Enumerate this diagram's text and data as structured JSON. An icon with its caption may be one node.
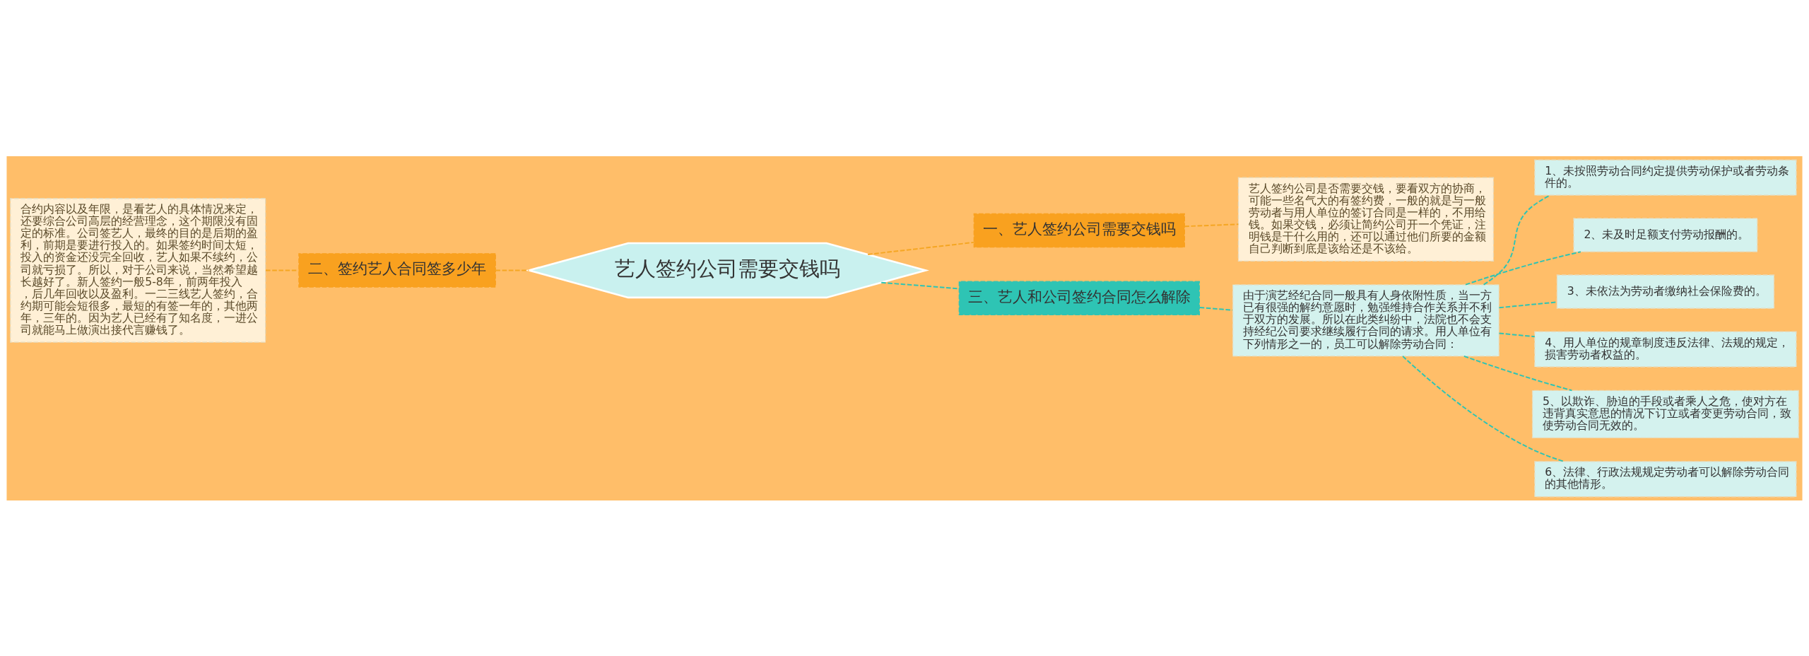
{
  "diagram": {
    "nodes": [
      {
        "text": [
          "艺人签约公司需要交钱吗"
        ]
      },
      {
        "text": [
          "一、艺人签约公司需要交钱吗"
        ]
      },
      {
        "text": [
          "艺人签约公司是否需要交钱，要看双方的协商，可能一些名气大的有签约费，一般的就是与一般劳动者与用人单位的签订合同是一样的，不用给钱。如果交钱，必须让简约公司开一个凭证，注明钱是干什么用的，还可以通过他们所要的金额自己判断到底是该给还是不该给。"
        ]
      },
      {
        "text": [
          "二、签约艺人合同签多少年"
        ]
      },
      {
        "text": [
          "合约内容以及年限，是看艺人的具体情况来定，还要综合公司高层的经营理念，这个期限没有固定的标准。公司签艺人，最终的目的是后期的盈利，前期是要进行投入的。如果签约时间太短，投入的资金还没完全回收，艺人如果不续约，公司就亏损了。所以，对于公司来说，当然希望越长越好了。新人签约一般5-8年，前两年投入，后几年回收以及盈利。一二三线艺人签约，合约期可能会短很多，最短的有签一年的，其他两年，三年的。因为艺人已经有了知名度，一进公司就能马上做演出接代言赚钱了。"
        ]
      },
      {
        "text": [
          "三、艺人和公司签约合同怎么解除"
        ]
      },
      {
        "text": [
          "由于演艺经纪合同一般具有人身依附性质，当一方已有很强的解约意愿时，勉强维持合作关系并不利于双方的发展。所以在此类纠纷中，法院也不会支持经纪公司要求继续履行合同的请求。用人单位有下列情形之一的，员工可以解除劳动合同："
        ]
      },
      {
        "text": [
          "1、未按照劳动合同约定提供劳动保护或者劳动条件的。"
        ]
      },
      {
        "text": [
          "2、未及时足额支付劳动报酬的。"
        ]
      },
      {
        "text": [
          "3、未依法为劳动者缴纳社会保险费的。"
        ]
      },
      {
        "text": [
          "4、用人单位的规章制度违反法律、法规的规定，损害劳动者权益的。"
        ]
      },
      {
        "text": [
          "5、以欺诈、胁迫的手段或者乘人之危，使对方在违背真实意思的情况下订立或者变更劳动合同，致使劳动合同无效的。"
        ]
      },
      {
        "text": [
          "6、法律、行政法规规定劳动者可以解除劳动合同的其他情形。"
        ]
      }
    ],
    "edges": [
      {
        "from": 0,
        "to": 1,
        "arrow": "none",
        "style": "dashed",
        "color": "#f5a623"
      },
      {
        "from": 1,
        "to": 2,
        "arrow": "none",
        "style": "dashed",
        "color": "#f5a623"
      },
      {
        "from": 0,
        "to": 3,
        "arrow": "none",
        "style": "dashed",
        "color": "#f5a623"
      },
      {
        "from": 3,
        "to": 4,
        "arrow": "none",
        "style": "dashed",
        "color": "#f5a623"
      },
      {
        "from": 0,
        "to": 5,
        "arrow": "none",
        "style": "dashed"
      },
      {
        "from": 5,
        "to": 6,
        "arrow": "none",
        "style": "dashed"
      },
      {
        "from": 6,
        "to": 7,
        "arrow": "none",
        "style": "dashed"
      },
      {
        "from": 6,
        "to": 8,
        "arrow": "none",
        "style": "dashed"
      },
      {
        "from": 6,
        "to": 9,
        "arrow": "none",
        "style": "dashed"
      },
      {
        "from": 6,
        "to": 10,
        "arrow": "none",
        "style": "dashed"
      },
      {
        "from": 6,
        "to": 11,
        "arrow": "none",
        "style": "dashed"
      },
      {
        "from": 6,
        "to": 12,
        "arrow": "none",
        "style": "dashed"
      }
    ]
  }
}
